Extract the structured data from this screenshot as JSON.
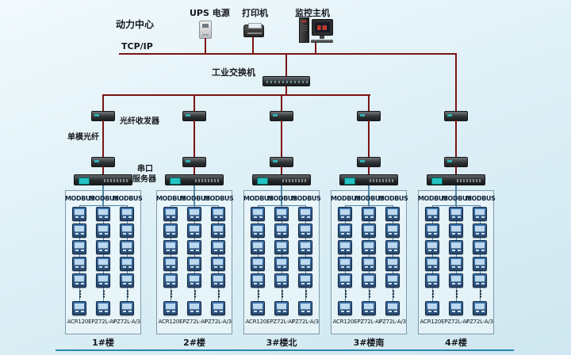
{
  "labels": {
    "power_center": "动力中心",
    "ups": "UPS 电源",
    "printer": "打印机",
    "monitor_host": "监控主机",
    "tcpip": "TCP/IP",
    "industrial_switch": "工业交换机",
    "fiber_transceiver": "光纤收发器",
    "single_mode_fiber": "单模光纤",
    "serial_server": [
      "串口",
      "服务器"
    ]
  },
  "ellipsis": "⋮",
  "colors": {
    "backbone_line": "#7d1414",
    "bus_line": "#4e86a6",
    "bottom_line": "#2f86ad"
  },
  "groups": [
    {
      "building": "1#楼",
      "columns": [
        {
          "bus": "MODBUS",
          "model": "ACR120E"
        },
        {
          "bus": "MODBUS",
          "model": "PZ72L-AI"
        },
        {
          "bus": "MODBUS",
          "model": "PZ72L-A/3"
        }
      ]
    },
    {
      "building": "2#楼",
      "columns": [
        {
          "bus": "MODBUS",
          "model": "ACR120E"
        },
        {
          "bus": "MODBUS",
          "model": "PZ72L-AI"
        },
        {
          "bus": "MODBUS",
          "model": "PZ72L-A/3"
        }
      ]
    },
    {
      "building": "3#楼北",
      "columns": [
        {
          "bus": "MODBUS",
          "model": "ACR120E"
        },
        {
          "bus": "MODBUS",
          "model": "PZ72L-AI"
        },
        {
          "bus": "MODBUS",
          "model": "PZ72L-A/3"
        }
      ]
    },
    {
      "building": "3#楼南",
      "columns": [
        {
          "bus": "MODBUS",
          "model": "ACR120E"
        },
        {
          "bus": "MODBUS",
          "model": "PZ72L-AI"
        },
        {
          "bus": "MODBUS",
          "model": "PZ72L-A/3"
        }
      ]
    },
    {
      "building": "4#楼",
      "columns": [
        {
          "bus": "MODBUS",
          "model": "ACR120E"
        },
        {
          "bus": "MODBUS",
          "model": "PZ72L-AI"
        },
        {
          "bus": "MODBUS",
          "model": "PZ72L-A/3"
        }
      ]
    }
  ]
}
